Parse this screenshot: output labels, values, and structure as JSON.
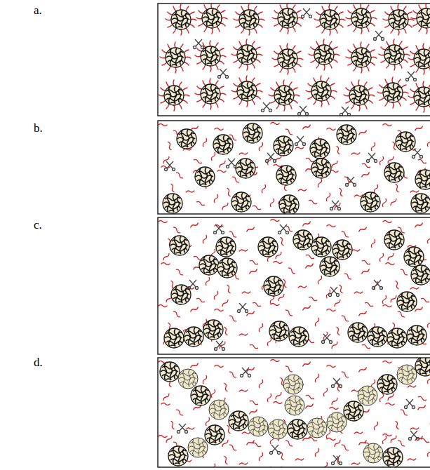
{
  "diagram": {
    "labels": [
      "a.",
      "b.",
      "c.",
      "d."
    ]
  }
}
